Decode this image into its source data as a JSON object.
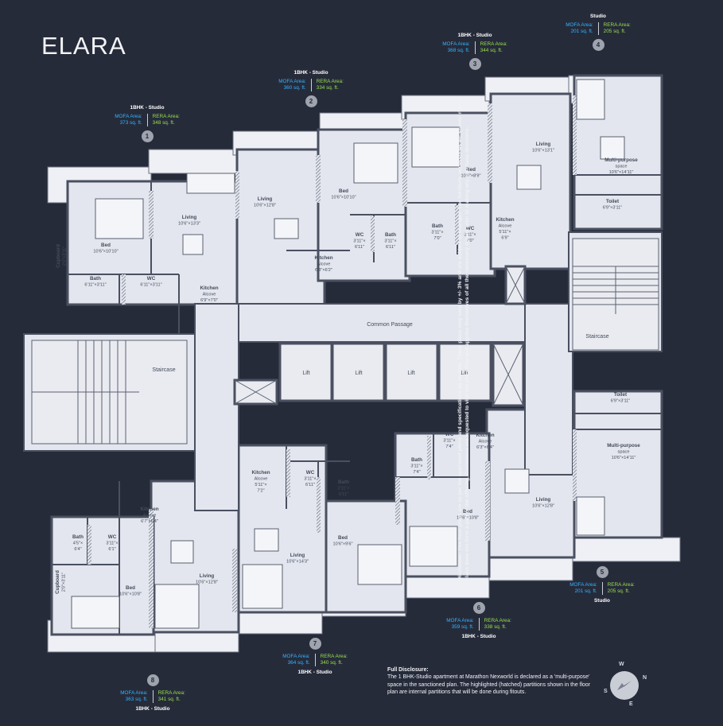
{
  "title": "ELARA",
  "units": [
    {
      "num": "1",
      "type": "1BHK - Studio",
      "mofa_label": "MOFA Area:",
      "mofa": "373 sq. ft.",
      "rera_label": "RERA Area:",
      "rera": "348 sq. ft."
    },
    {
      "num": "2",
      "type": "1BHK - Studio",
      "mofa_label": "MOFA Area:",
      "mofa": "360 sq. ft.",
      "rera_label": "RERA Area:",
      "rera": "334 sq. ft."
    },
    {
      "num": "3",
      "type": "1BHK - Studio",
      "mofa_label": "MOFA Area:",
      "mofa": "368 sq. ft.",
      "rera_label": "RERA Area:",
      "rera": "344 sq. ft."
    },
    {
      "num": "4",
      "type": "Studio",
      "mofa_label": "MOFA Area:",
      "mofa": "201 sq. ft.",
      "rera_label": "RERA Area:",
      "rera": "205 sq. ft."
    },
    {
      "num": "5",
      "type": "Studio",
      "mofa_label": "MOFA Area:",
      "mofa": "201 sq. ft.",
      "rera_label": "RERA Area:",
      "rera": "205 sq. ft."
    },
    {
      "num": "6",
      "type": "1BHK - Studio",
      "mofa_label": "MOFA Area:",
      "mofa": "359 sq. ft.",
      "rera_label": "RERA Area:",
      "rera": "338 sq. ft."
    },
    {
      "num": "7",
      "type": "1BHK - Studio",
      "mofa_label": "MOFA Area:",
      "mofa": "364 sq. ft.",
      "rera_label": "RERA Area:",
      "rera": "340 sq. ft."
    },
    {
      "num": "8",
      "type": "1BHK - Studio",
      "mofa_label": "MOFA Area:",
      "mofa": "363 sq. ft.",
      "rera_label": "RERA Area:",
      "rera": "341 sq. ft."
    }
  ],
  "rooms": {
    "u1_living": [
      "Living",
      "10'6\"×13'3\""
    ],
    "u1_bed": [
      "Bed",
      "10'6\"×10'10\""
    ],
    "u1_bath": [
      "Bath",
      "6'11\"×3'11\""
    ],
    "u1_wc": [
      "WC",
      "6'11\"×3'11\""
    ],
    "u1_kitchen": [
      "Kitchen",
      "Alcove",
      "6'9\"×7'0\""
    ],
    "u1_cupboard": [
      "Cupboard",
      "2'0\"×3'11\""
    ],
    "u2_living": [
      "Living",
      "10'6\"×12'8\""
    ],
    "u2_bed": [
      "Bed",
      "10'6\"×10'10\""
    ],
    "u2_wc": [
      "WC",
      "3'11\"×",
      "6'11\""
    ],
    "u2_bath": [
      "Bath",
      "3'11\"×",
      "6'11\""
    ],
    "u2_kitchen": [
      "Kitchen",
      "Alcove",
      "6'3\"×6'2\""
    ],
    "u3_bed": [
      "Bed",
      "10'6\"×8'9\""
    ],
    "u3_living": [
      "Living",
      "10'6\"×13'1\""
    ],
    "u3_bath": [
      "Bath",
      "3'11\"×",
      "7'0\""
    ],
    "u3_wc": [
      "WC",
      "3'11\"×",
      "7'0\""
    ],
    "u3_kitchen": [
      "Kitchen",
      "Alcove",
      "5'11\"×",
      "6'9\""
    ],
    "u4_multi": [
      "Multi-purpose",
      "space",
      "10'6\"×14'11\""
    ],
    "u4_toilet": [
      "Toilet",
      "6'9\"×3'11\""
    ],
    "u5_toilet": [
      "Toilet",
      "6'9\"×3'11\""
    ],
    "u5_multi": [
      "Multi-purpose",
      "space",
      "10'6\"×14'11\""
    ],
    "u6_kitchen": [
      "Kitchen",
      "Alcove",
      "6'3\"×6'4\""
    ],
    "u6_bath": [
      "Bath",
      "3'11\"×",
      "7'4\""
    ],
    "u6_wc": [
      "WC",
      "3'11\"×",
      "7'4\""
    ],
    "u6_bed": [
      "Bed",
      "10'6\"×10'8\""
    ],
    "u6_living": [
      "Living",
      "10'6\"×12'8\""
    ],
    "u7_kitchen": [
      "Kitchen",
      "Alcove",
      "5'11\"×",
      "7'2\""
    ],
    "u7_wc": [
      "WC",
      "3'11\"×",
      "6'11\""
    ],
    "u7_bath": [
      "Bath",
      "3'11\"×",
      "6'11\""
    ],
    "u7_bed": [
      "Bed",
      "10'6\"×9'6\""
    ],
    "u7_living": [
      "Living",
      "10'6\"×14'3\""
    ],
    "u8_kitchen": [
      "Kitchen",
      "Alcove",
      "6'7\"×6'4\""
    ],
    "u8_bath": [
      "Bath",
      "4'5\"×",
      "6'4\""
    ],
    "u8_wc": [
      "WC",
      "3'11\"×",
      "6'1\""
    ],
    "u8_bed": [
      "Bed",
      "10'6\"×10'8\""
    ],
    "u8_living": [
      "Living",
      "10'6\"×12'8\""
    ],
    "u8_cupboard": [
      "Cupboard",
      "2'0\"×3'11\""
    ]
  },
  "common": {
    "passage": "Common Passage",
    "staircase_left": "Staircase",
    "staircase_right": "Staircase",
    "lifts": [
      "Lift",
      "Lift",
      "Lift",
      "Lift"
    ]
  },
  "full_disclosure": {
    "heading": "Full Disclosure:",
    "body": "The 1 BHK-Studio apartment at Marathon Nexworld is declared as a 'multi-purpose' space in the sanctioned plan. The highlighted (hatched) partitions shown in the floor plan are internal partitions that will be done during fitouts."
  },
  "disclaimer": "Disclaimer: The floor plans are as per the approved plans and specifications as on date. These plans may vary by +/- 3% and are subject to changes. The furniture, accessories etc shown in the plans does not form a part of the offering. Customers are requested to visit the site office and apprise themselves of all the necessary details prior to making any purchase decisions.",
  "compass": {
    "w": "W",
    "n": "N",
    "s": "S",
    "e": "E"
  },
  "colors": {
    "background": "#262b3a",
    "mofa": "#33b3ff",
    "rera": "#98e04a",
    "floor": "#e3e6ee",
    "wall": "#4a5060",
    "balcony": "#eef0f5"
  }
}
